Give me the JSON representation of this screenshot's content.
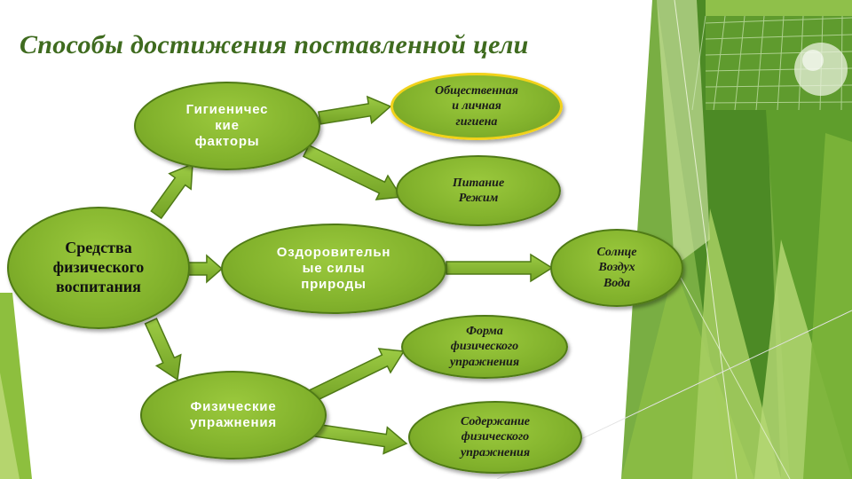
{
  "title": "Способы  достижения поставленной цели",
  "nodes": {
    "root": [
      "Средства",
      "физического",
      "воспитания"
    ],
    "hygiene": [
      "Гигиеничес",
      "кие",
      "факторы"
    ],
    "nature": [
      "Оздоровительн",
      "ые силы",
      "природы"
    ],
    "exercises": [
      "Физические",
      "упражнения"
    ],
    "public_hygiene": [
      "Общественная",
      "и личная",
      "гигиена"
    ],
    "nutrition": [
      "Питание",
      "Режим"
    ],
    "sun": [
      "Солнце",
      "Воздух",
      "Вода"
    ],
    "form": [
      "Форма",
      "физического",
      "упражнения"
    ],
    "content": [
      "Содержание",
      "физического",
      "упражнения"
    ]
  },
  "colors": {
    "node_fill": "#86b52e",
    "node_border": "#4f7a16",
    "title": "#3f6b1f",
    "highlight_border": "#f2d21a",
    "decor_dark": "#4e8a25",
    "decor_light": "#b9d77a"
  }
}
